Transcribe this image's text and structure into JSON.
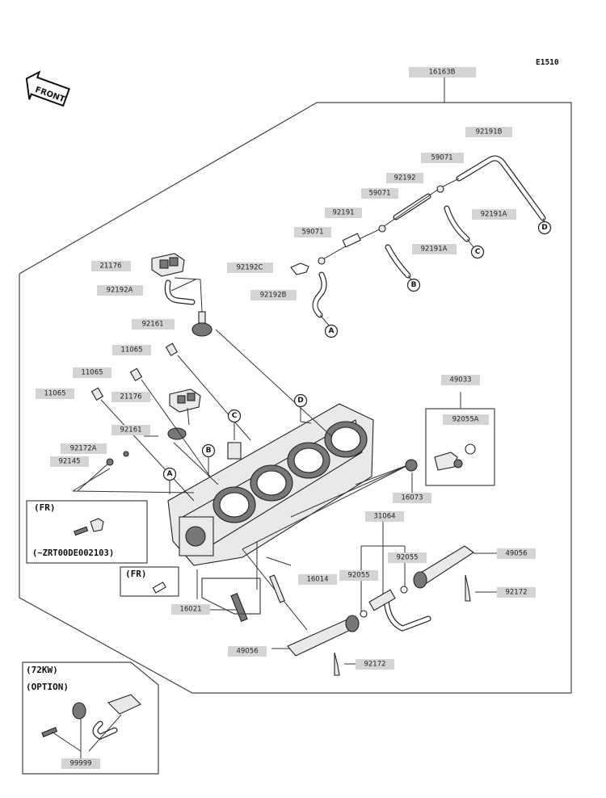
{
  "code": "E1510",
  "front_label": "FRONT",
  "part_labels": {
    "p16163B": "16163B",
    "p92191B": "92191B",
    "p59071a": "59071",
    "p92192": "92192",
    "p59071b": "59071",
    "p92191Aa": "92191A",
    "p92191": "92191",
    "p92191Ab": "92191A",
    "p59071c": "59071",
    "p21176a": "21176",
    "p92192C": "92192C",
    "p92192A": "92192A",
    "p92192B": "92192B",
    "p92161a": "92161",
    "p11065a": "11065",
    "p11065b": "11065",
    "p11065c": "11065",
    "p21176b": "21176",
    "p92161b": "92161",
    "p92172A": "92172A",
    "p92145": "92145",
    "p49033": "49033",
    "p92055A": "92055A",
    "p16073": "16073",
    "p31064": "31064",
    "p92055a": "92055",
    "p92055b": "92055",
    "p49056a": "49056",
    "p92172a": "92172",
    "p16014": "16014",
    "p16021": "16021",
    "p49056b": "49056",
    "p92172b": "92172",
    "p99999": "99999"
  },
  "circles": {
    "A": "A",
    "B": "B",
    "C": "C",
    "D": "D"
  },
  "notes": {
    "fr1": "(FR)",
    "serial": "(~ZRT00DE002103)",
    "fr2": "(FR)",
    "kw1": "(72KW)",
    "kw2": "(OPTION)"
  }
}
